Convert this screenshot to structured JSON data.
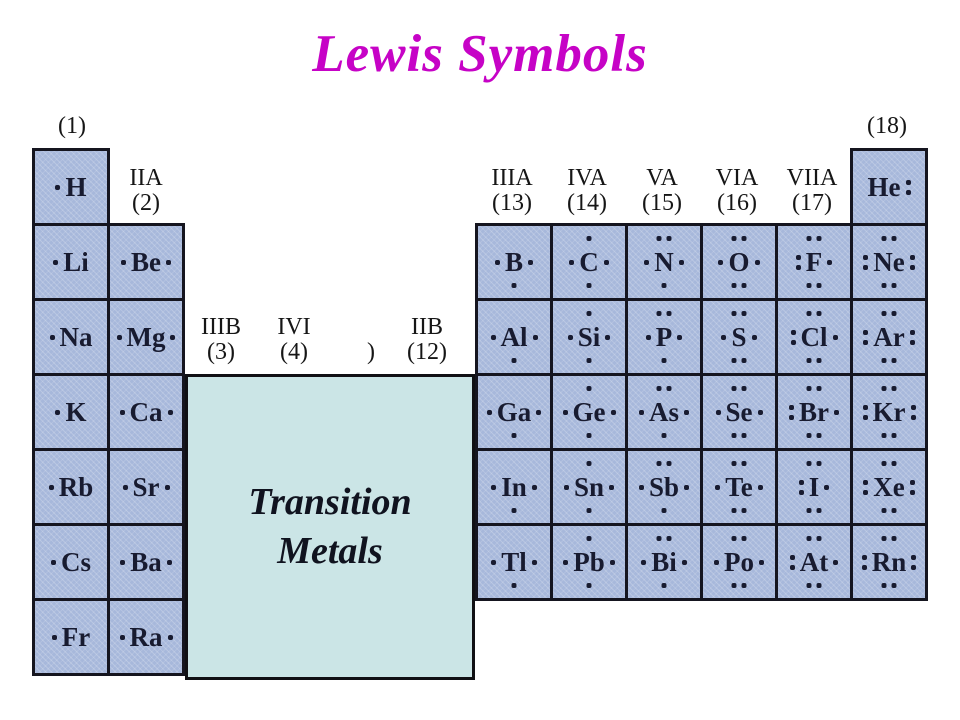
{
  "title": {
    "text": "Lewis Symbols",
    "color": "#c603c6"
  },
  "transition_box": {
    "line1": "Transition",
    "line2": "Metals",
    "bg": "#cbe5e6"
  },
  "colors": {
    "cell_bg": "#a7b8db",
    "cell_border": "#15151f",
    "symbol_text": "#181b30",
    "header_text": "#161616",
    "title_magenta": "#c603c6",
    "transition_bg": "#cbe5e6",
    "page_bg": "#ffffff"
  },
  "group_headers": [
    {
      "id": "group-1",
      "lines": [
        "(1)"
      ]
    },
    {
      "id": "group-2",
      "lines": [
        "IIA",
        "(2)"
      ]
    },
    {
      "id": "group-3b",
      "lines": [
        "IIIB",
        "(3)"
      ]
    },
    {
      "id": "group-4b",
      "lines": [
        "IVI",
        "(4)"
      ]
    },
    {
      "id": "stray-paren",
      "lines": [
        "",
        ")"
      ]
    },
    {
      "id": "group-12b",
      "lines": [
        "IIB",
        "(12)"
      ]
    },
    {
      "id": "group-13",
      "lines": [
        "IIIA",
        "(13)"
      ]
    },
    {
      "id": "group-14",
      "lines": [
        "IVA",
        "(14)"
      ]
    },
    {
      "id": "group-15",
      "lines": [
        "VA",
        "(15)"
      ]
    },
    {
      "id": "group-16",
      "lines": [
        "VIA",
        "(16)"
      ]
    },
    {
      "id": "group-17",
      "lines": [
        "VIIA",
        "(17)"
      ]
    },
    {
      "id": "group-18",
      "lines": [
        "(18)"
      ]
    }
  ],
  "elements": [
    {
      "symbol": "H",
      "col": 0,
      "row": 0,
      "dots": {
        "l": 1
      }
    },
    {
      "symbol": "He",
      "col": 7,
      "row": 0,
      "dots": {
        "r": 2
      }
    },
    {
      "symbol": "Li",
      "col": 0,
      "row": 1,
      "dots": {
        "l": 1
      }
    },
    {
      "symbol": "Be",
      "col": 1,
      "row": 1,
      "dots": {
        "l": 1,
        "r": 1
      }
    },
    {
      "symbol": "B",
      "col": 2,
      "row": 1,
      "dots": {
        "l": 1,
        "r": 1,
        "b": 1
      }
    },
    {
      "symbol": "C",
      "col": 3,
      "row": 1,
      "dots": {
        "t": 1,
        "l": 1,
        "r": 1,
        "b": 1
      }
    },
    {
      "symbol": "N",
      "col": 4,
      "row": 1,
      "dots": {
        "t": 2,
        "l": 1,
        "r": 1,
        "b": 1
      }
    },
    {
      "symbol": "O",
      "col": 5,
      "row": 1,
      "dots": {
        "t": 2,
        "l": 1,
        "r": 1,
        "b": 2
      }
    },
    {
      "symbol": "F",
      "col": 6,
      "row": 1,
      "dots": {
        "t": 2,
        "l": 2,
        "r": 1,
        "b": 2
      }
    },
    {
      "symbol": "Ne",
      "col": 7,
      "row": 1,
      "dots": {
        "t": 2,
        "l": 2,
        "r": 2,
        "b": 2
      }
    },
    {
      "symbol": "Na",
      "col": 0,
      "row": 2,
      "dots": {
        "l": 1
      }
    },
    {
      "symbol": "Mg",
      "col": 1,
      "row": 2,
      "dots": {
        "l": 1,
        "r": 1
      }
    },
    {
      "symbol": "Al",
      "col": 2,
      "row": 2,
      "dots": {
        "l": 1,
        "r": 1,
        "b": 1
      }
    },
    {
      "symbol": "Si",
      "col": 3,
      "row": 2,
      "dots": {
        "t": 1,
        "l": 1,
        "r": 1,
        "b": 1
      }
    },
    {
      "symbol": "P",
      "col": 4,
      "row": 2,
      "dots": {
        "t": 2,
        "l": 1,
        "r": 1,
        "b": 1
      }
    },
    {
      "symbol": "S",
      "col": 5,
      "row": 2,
      "dots": {
        "t": 2,
        "l": 1,
        "r": 1,
        "b": 2
      }
    },
    {
      "symbol": "Cl",
      "col": 6,
      "row": 2,
      "dots": {
        "t": 2,
        "l": 2,
        "r": 1,
        "b": 2
      }
    },
    {
      "symbol": "Ar",
      "col": 7,
      "row": 2,
      "dots": {
        "t": 2,
        "l": 2,
        "r": 2,
        "b": 2
      }
    },
    {
      "symbol": "K",
      "col": 0,
      "row": 3,
      "dots": {
        "l": 1
      }
    },
    {
      "symbol": "Ca",
      "col": 1,
      "row": 3,
      "dots": {
        "l": 1,
        "r": 1
      }
    },
    {
      "symbol": "Ga",
      "col": 2,
      "row": 3,
      "dots": {
        "l": 1,
        "r": 1,
        "b": 1
      }
    },
    {
      "symbol": "Ge",
      "col": 3,
      "row": 3,
      "dots": {
        "t": 1,
        "l": 1,
        "r": 1,
        "b": 1
      }
    },
    {
      "symbol": "As",
      "col": 4,
      "row": 3,
      "dots": {
        "t": 2,
        "l": 1,
        "r": 1,
        "b": 1
      }
    },
    {
      "symbol": "Se",
      "col": 5,
      "row": 3,
      "dots": {
        "t": 2,
        "l": 1,
        "r": 1,
        "b": 2
      }
    },
    {
      "symbol": "Br",
      "col": 6,
      "row": 3,
      "dots": {
        "t": 2,
        "l": 2,
        "r": 1,
        "b": 2
      }
    },
    {
      "symbol": "Kr",
      "col": 7,
      "row": 3,
      "dots": {
        "t": 2,
        "l": 2,
        "r": 2,
        "b": 2
      }
    },
    {
      "symbol": "Rb",
      "col": 0,
      "row": 4,
      "dots": {
        "l": 1
      }
    },
    {
      "symbol": "Sr",
      "col": 1,
      "row": 4,
      "dots": {
        "l": 1,
        "r": 1
      }
    },
    {
      "symbol": "In",
      "col": 2,
      "row": 4,
      "dots": {
        "l": 1,
        "r": 1,
        "b": 1
      }
    },
    {
      "symbol": "Sn",
      "col": 3,
      "row": 4,
      "dots": {
        "t": 1,
        "l": 1,
        "r": 1,
        "b": 1
      }
    },
    {
      "symbol": "Sb",
      "col": 4,
      "row": 4,
      "dots": {
        "t": 2,
        "l": 1,
        "r": 1,
        "b": 1
      }
    },
    {
      "symbol": "Te",
      "col": 5,
      "row": 4,
      "dots": {
        "t": 2,
        "l": 1,
        "r": 1,
        "b": 2
      }
    },
    {
      "symbol": "I",
      "col": 6,
      "row": 4,
      "dots": {
        "t": 2,
        "l": 2,
        "r": 1,
        "b": 2
      }
    },
    {
      "symbol": "Xe",
      "col": 7,
      "row": 4,
      "dots": {
        "t": 2,
        "l": 2,
        "r": 2,
        "b": 2
      }
    },
    {
      "symbol": "Cs",
      "col": 0,
      "row": 5,
      "dots": {
        "l": 1
      }
    },
    {
      "symbol": "Ba",
      "col": 1,
      "row": 5,
      "dots": {
        "l": 1,
        "r": 1
      }
    },
    {
      "symbol": "Tl",
      "col": 2,
      "row": 5,
      "dots": {
        "l": 1,
        "r": 1,
        "b": 1
      }
    },
    {
      "symbol": "Pb",
      "col": 3,
      "row": 5,
      "dots": {
        "t": 1,
        "l": 1,
        "r": 1,
        "b": 1
      }
    },
    {
      "symbol": "Bi",
      "col": 4,
      "row": 5,
      "dots": {
        "t": 2,
        "l": 1,
        "r": 1,
        "b": 1
      }
    },
    {
      "symbol": "Po",
      "col": 5,
      "row": 5,
      "dots": {
        "t": 2,
        "l": 1,
        "r": 1,
        "b": 2
      }
    },
    {
      "symbol": "At",
      "col": 6,
      "row": 5,
      "dots": {
        "t": 2,
        "l": 2,
        "r": 1,
        "b": 2
      }
    },
    {
      "symbol": "Rn",
      "col": 7,
      "row": 5,
      "dots": {
        "t": 2,
        "l": 2,
        "r": 2,
        "b": 2
      }
    },
    {
      "symbol": "Fr",
      "col": 0,
      "row": 6,
      "dots": {
        "l": 1
      }
    },
    {
      "symbol": "Ra",
      "col": 1,
      "row": 6,
      "dots": {
        "l": 1,
        "r": 1
      }
    }
  ]
}
